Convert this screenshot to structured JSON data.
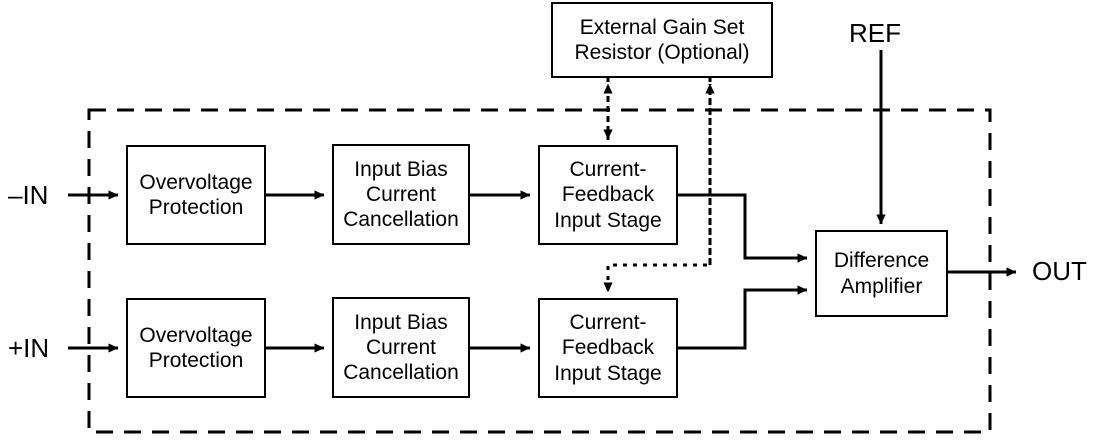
{
  "diagram": {
    "title_present": false,
    "type": "functional-block-diagram",
    "device_boundary": {
      "style": "dashed",
      "label": ""
    },
    "colors": {
      "line": "#000000",
      "background": "#ffffff",
      "block_fill": "#ffffff"
    },
    "ports": [
      {
        "id": "minus-in",
        "label": "–IN"
      },
      {
        "id": "plus-in",
        "label": "+IN"
      },
      {
        "id": "ref",
        "label": "REF"
      },
      {
        "id": "out",
        "label": "OUT"
      }
    ],
    "blocks": [
      {
        "id": "external-gain-set-resistor",
        "lines": [
          "External Gain Set",
          "Resistor (Optional)"
        ]
      },
      {
        "id": "overvoltage-protection-top",
        "lines": [
          "Overvoltage",
          "Protection"
        ]
      },
      {
        "id": "input-bias-current-cancellation-top",
        "lines": [
          "Input Bias",
          "Current",
          "Cancellation"
        ]
      },
      {
        "id": "current-feedback-input-stage-top",
        "lines": [
          "Current-",
          "Feedback",
          "Input Stage"
        ]
      },
      {
        "id": "overvoltage-protection-bottom",
        "lines": [
          "Overvoltage",
          "Protection"
        ]
      },
      {
        "id": "input-bias-current-cancellation-bottom",
        "lines": [
          "Input Bias",
          "Current",
          "Cancellation"
        ]
      },
      {
        "id": "current-feedback-input-stage-bottom",
        "lines": [
          "Current-",
          "Feedback",
          "Input Stage"
        ]
      },
      {
        "id": "difference-amplifier",
        "lines": [
          "Difference",
          "Amplifier"
        ]
      }
    ],
    "connections": [
      {
        "from": "minus-in",
        "to": "overvoltage-protection-top",
        "style": "solid"
      },
      {
        "from": "overvoltage-protection-top",
        "to": "input-bias-current-cancellation-top",
        "style": "solid"
      },
      {
        "from": "input-bias-current-cancellation-top",
        "to": "current-feedback-input-stage-top",
        "style": "solid"
      },
      {
        "from": "current-feedback-input-stage-top",
        "to": "difference-amplifier",
        "style": "solid"
      },
      {
        "from": "plus-in",
        "to": "overvoltage-protection-bottom",
        "style": "solid"
      },
      {
        "from": "overvoltage-protection-bottom",
        "to": "input-bias-current-cancellation-bottom",
        "style": "solid"
      },
      {
        "from": "input-bias-current-cancellation-bottom",
        "to": "current-feedback-input-stage-bottom",
        "style": "solid"
      },
      {
        "from": "current-feedback-input-stage-bottom",
        "to": "difference-amplifier",
        "style": "solid"
      },
      {
        "from": "ref",
        "to": "difference-amplifier",
        "style": "solid"
      },
      {
        "from": "difference-amplifier",
        "to": "out",
        "style": "solid"
      },
      {
        "from": "external-gain-set-resistor",
        "to": "current-feedback-input-stage-top",
        "style": "dotted",
        "bidirectional": true
      },
      {
        "from": "external-gain-set-resistor",
        "to": "current-feedback-input-stage-bottom",
        "style": "dotted",
        "bidirectional": true
      }
    ]
  }
}
